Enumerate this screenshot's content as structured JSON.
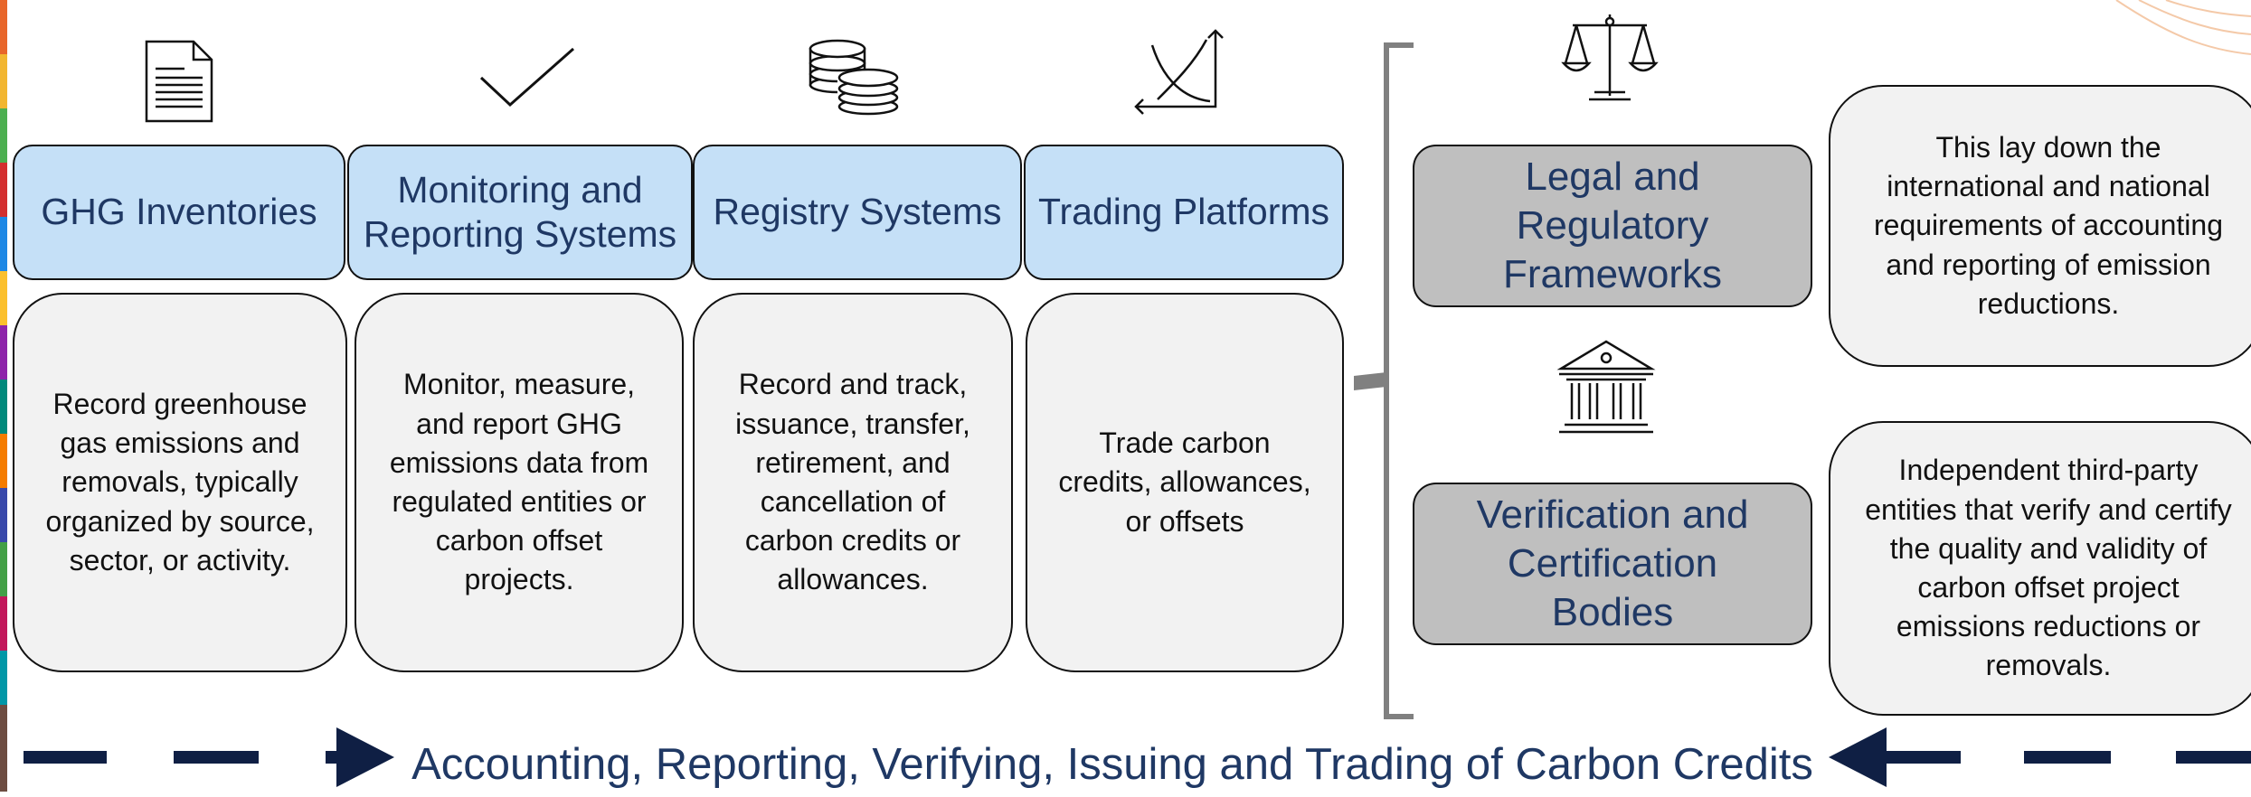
{
  "categories": [
    {
      "icon": "document-icon",
      "title": "GHG Inventories",
      "description": "Record greenhouse gas emissions and removals, typically organized by source, sector, or activity."
    },
    {
      "icon": "checkmark-icon",
      "title": "Monitoring and Reporting Systems",
      "description": "Monitor, measure, and report GHG emissions data from regulated entities or carbon offset projects."
    },
    {
      "icon": "coins-icon",
      "title": "Registry Systems",
      "description": "Record and track, issuance, transfer, retirement, and cancellation of carbon credits or allowances."
    },
    {
      "icon": "supply-demand-chart-icon",
      "title": "Trading Platforms",
      "description": "Trade carbon credits, allowances, or offsets"
    }
  ],
  "frameworks": [
    {
      "icon": "scales-of-justice-icon",
      "title": "Legal and Regulatory Frameworks",
      "description": "This lay down the international and national requirements of accounting and reporting of emission reductions."
    },
    {
      "icon": "institution-building-icon",
      "title": "Verification and Certification Bodies",
      "description": "Independent third-party entities that verify and certify the quality and validity of carbon offset project emissions reductions or removals."
    }
  ],
  "caption": "Accounting, Reporting, Verifying, Issuing and Trading of Carbon Credits",
  "colors": {
    "header_fill": "#c5e0f7",
    "framework_fill": "#bfbfbf",
    "card_fill": "#f2f2f2",
    "title_text": "#1f3864",
    "arrow_navy": "#0f1f44",
    "bracket_gray": "#808080"
  }
}
